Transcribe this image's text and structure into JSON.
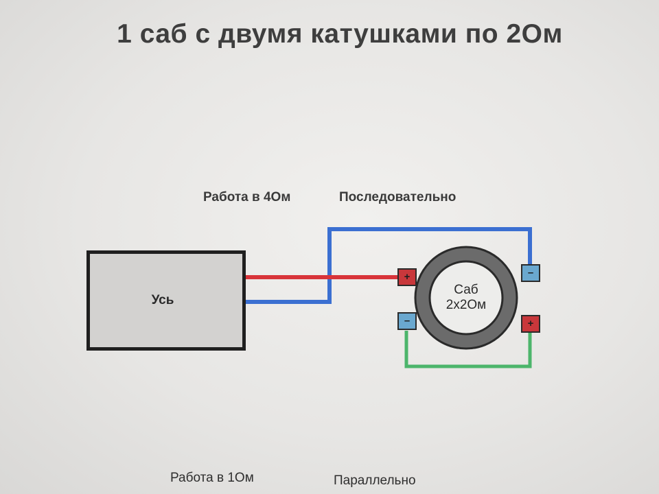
{
  "title": "1 саб с двумя катушками по 2Ом",
  "labels": {
    "work_4ohm": "Работа в 4Ом",
    "series": "Последовательно",
    "work_1ohm": "Работа в 1Ом",
    "parallel": "Параллельно"
  },
  "amplifier": {
    "label": "Усь"
  },
  "subwoofer": {
    "line1": "Саб",
    "line2": "2х2Ом"
  },
  "terminals": {
    "top_left": "+",
    "top_right": "–",
    "bottom_left": "–",
    "bottom_right": "+"
  },
  "colors": {
    "positive_wire": "#d8343a",
    "negative_wire": "#3b6fd1",
    "bridge_wire": "#4cb56b",
    "positive_terminal": "#c8373b",
    "negative_terminal": "#6aa8cf",
    "sub_ring": "#6b6b6b"
  }
}
